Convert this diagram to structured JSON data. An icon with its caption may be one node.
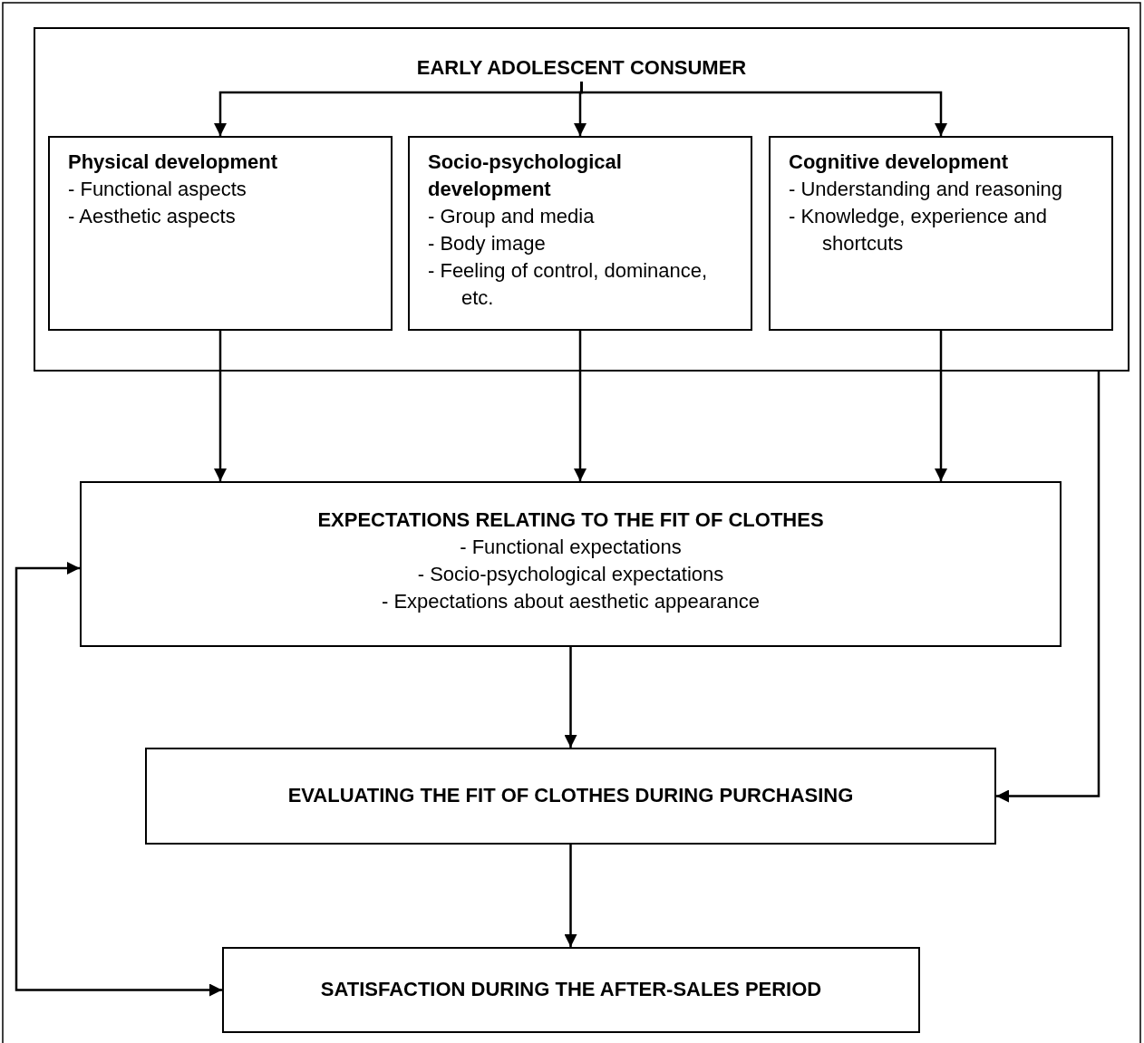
{
  "diagram": {
    "nodes": [
      {
        "text": [
          "EARLY ADOLESCENT CONSUMER"
        ]
      },
      {
        "text": [
          "Physical development",
          "- Functional aspects",
          "- Aesthetic aspects"
        ],
        "in": 0
      },
      {
        "text": [
          "Socio-psychological development",
          "- Group and media",
          "- Body image",
          "- Feeling of control, dominance, etc."
        ],
        "in": 0
      },
      {
        "text": [
          "Cognitive development",
          "- Understanding and reasoning",
          "- Knowledge, experience and shortcuts"
        ],
        "in": 0
      },
      {
        "text": [
          "EXPECTATIONS RELATING TO THE FIT OF CLOTHES",
          "- Functional expectations",
          "- Socio-psychological expectations",
          "- Expectations about aesthetic appearance"
        ]
      },
      {
        "text": [
          "EVALUATING THE FIT OF CLOTHES DURING PURCHASING"
        ]
      },
      {
        "text": [
          "SATISFACTION DURING THE AFTER-SALES PERIOD"
        ]
      }
    ],
    "edges": [
      {
        "from": 0,
        "to": 1,
        "arrow": "to"
      },
      {
        "from": 0,
        "to": 2,
        "arrow": "to"
      },
      {
        "from": 0,
        "to": 3,
        "arrow": "to"
      },
      {
        "from": 1,
        "to": 4,
        "arrow": "to"
      },
      {
        "from": 2,
        "to": 4,
        "arrow": "to"
      },
      {
        "from": 3,
        "to": 4,
        "arrow": "to"
      },
      {
        "from": 0,
        "to": 5,
        "arrow": "to"
      },
      {
        "from": 4,
        "to": 5,
        "arrow": "to"
      },
      {
        "from": 5,
        "to": 6,
        "arrow": "to"
      },
      {
        "from": 4,
        "to": 6,
        "arrow": "both"
      }
    ]
  }
}
